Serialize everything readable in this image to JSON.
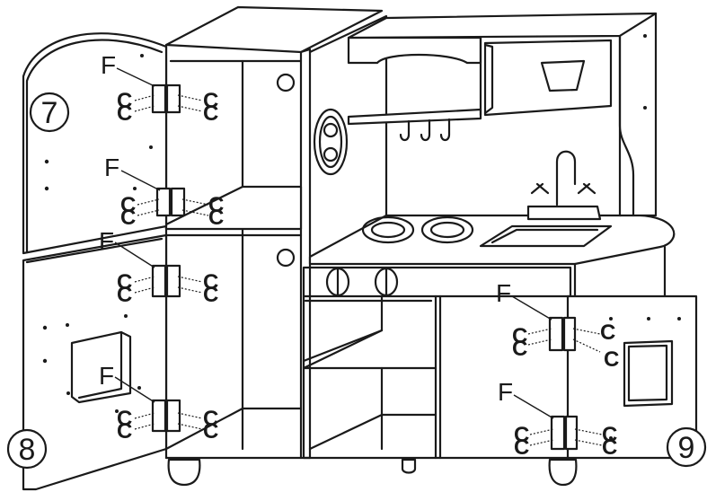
{
  "steps": {
    "left_upper_door": "7",
    "left_lower_door": "8",
    "right_lower_door": "9"
  },
  "parts": {
    "hinge_label": "F",
    "screw_label": "C"
  }
}
